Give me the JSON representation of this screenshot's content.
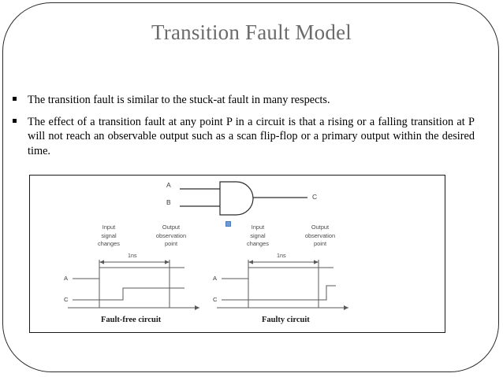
{
  "slide": {
    "title": "Transition Fault Model",
    "bullets": [
      "The transition fault is similar to the stuck-at fault in many respects.",
      "The effect of a transition fault at any point P in a circuit is that a rising or a falling transition at P will not reach an observable output such as a scan flip-flop or a primary output within the desired time."
    ]
  },
  "figure": {
    "gate": {
      "type": "AND",
      "input_a_label": "A",
      "input_b_label": "B",
      "output_label": "C"
    },
    "selection_handle_color": "#6f9ad6",
    "panels": [
      {
        "id": "fault-free",
        "caption": "Fault-free circuit",
        "annotation_left_line1": "Input",
        "annotation_left_line2": "signal",
        "annotation_left_line3": "changes",
        "annotation_right_line1": "Output",
        "annotation_right_line2": "observation",
        "annotation_right_line3": "point",
        "dimension_label": "1ns",
        "signal_a_label": "A",
        "signal_c_label": "C"
      },
      {
        "id": "faulty",
        "caption": "Faulty circuit",
        "annotation_left_line1": "Input",
        "annotation_left_line2": "signal",
        "annotation_left_line3": "changes",
        "annotation_right_line1": "Output",
        "annotation_right_line2": "observation",
        "annotation_right_line3": "point",
        "dimension_label": "1ns",
        "signal_a_label": "A",
        "signal_c_label": "C"
      }
    ]
  },
  "colors": {
    "title": "#6b6b6b",
    "body_text": "#000000",
    "frame_border": "#1a1a1a",
    "slide_border": "#2b2b2b",
    "waveform_line": "#555555",
    "handle_blue": "#6f9ad6"
  }
}
